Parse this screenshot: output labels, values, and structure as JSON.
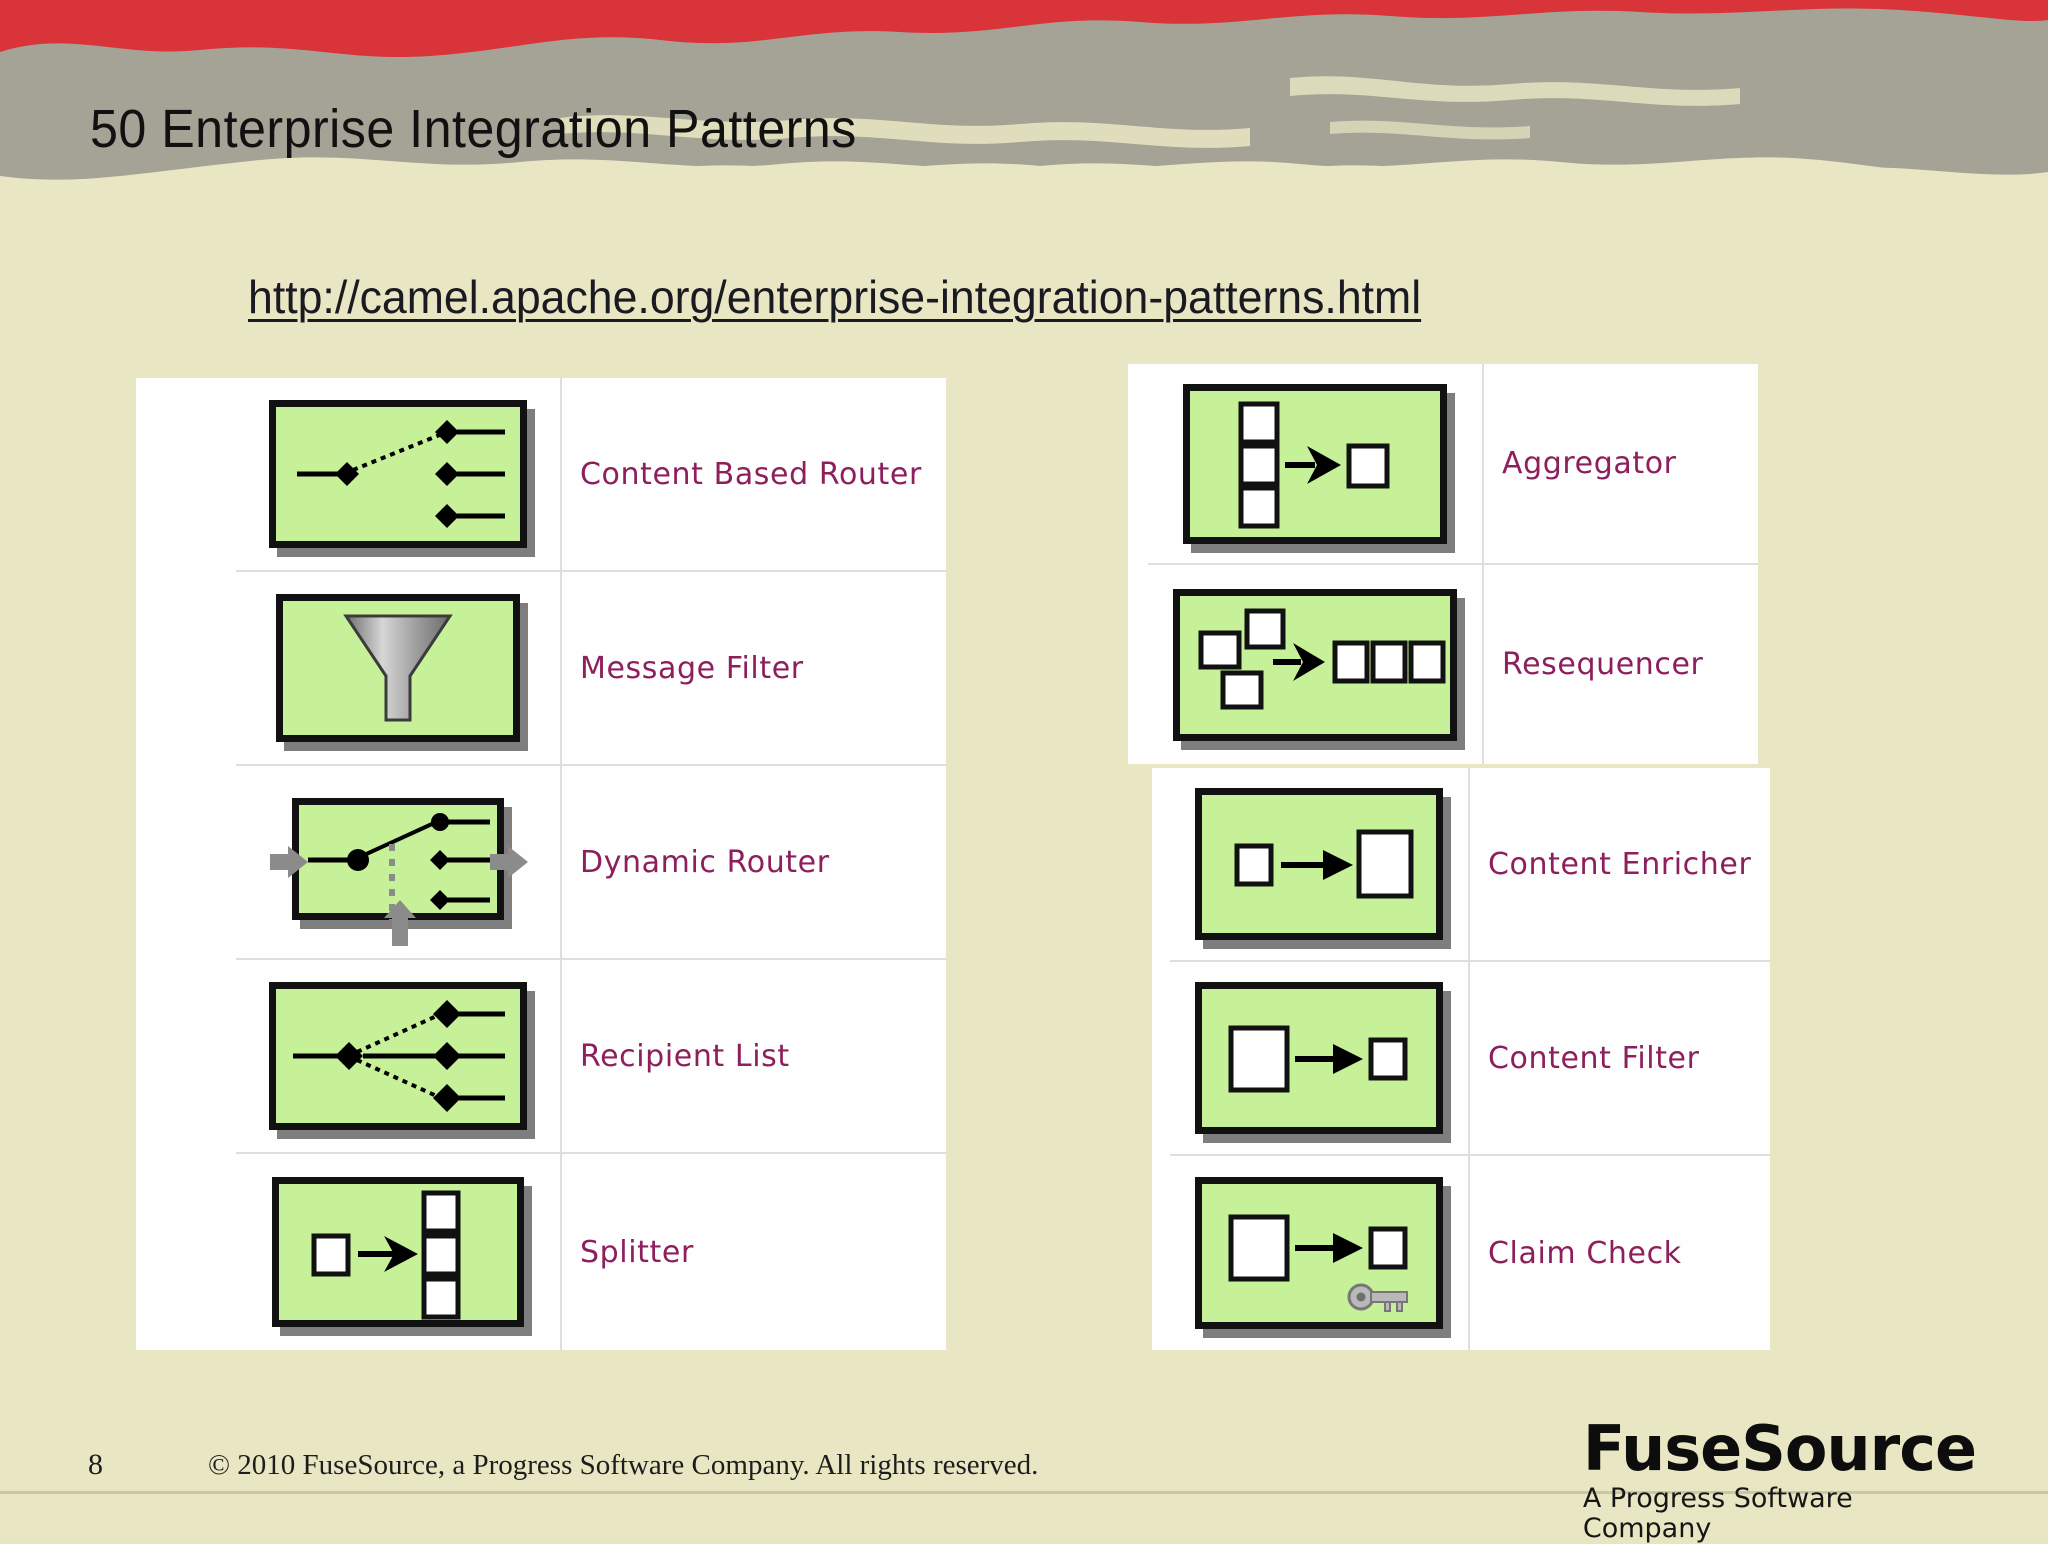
{
  "slide": {
    "title": "50 Enterprise Integration Patterns",
    "url": "http://camel.apache.org/enterprise-integration-patterns.html",
    "colors": {
      "background": "#e9e7c3",
      "banner_red": "#d9343a",
      "banner_gray": "#a5a395",
      "icon_green": "#c6f198",
      "label_maroon": "#8d1f5c"
    }
  },
  "left_table": {
    "rows": [
      {
        "label": "Content Based Router",
        "icon": "content-based-router-diagram"
      },
      {
        "label": "Message Filter",
        "icon": "message-filter-funnel-diagram"
      },
      {
        "label": "Dynamic Router",
        "icon": "dynamic-router-diagram"
      },
      {
        "label": "Recipient List",
        "icon": "recipient-list-diagram"
      },
      {
        "label": "Splitter",
        "icon": "splitter-diagram"
      }
    ]
  },
  "right_table_top": {
    "rows": [
      {
        "label": "Aggregator",
        "icon": "aggregator-diagram"
      },
      {
        "label": "Resequencer",
        "icon": "resequencer-diagram"
      }
    ]
  },
  "right_table_bottom": {
    "rows": [
      {
        "label": "Content Enricher",
        "icon": "content-enricher-diagram"
      },
      {
        "label": "Content Filter",
        "icon": "content-filter-diagram"
      },
      {
        "label": "Claim Check",
        "icon": "claim-check-diagram"
      }
    ]
  },
  "footer": {
    "page_number": "8",
    "copyright": "© 2010 FuseSource, a Progress Software Company. All rights reserved.",
    "logo_name": "FuseSource",
    "logo_tagline": "A Progress Software Company"
  }
}
